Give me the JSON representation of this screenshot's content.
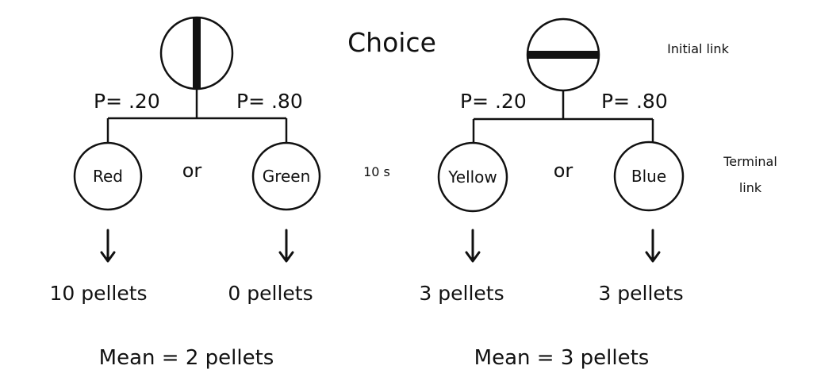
{
  "header": {
    "choice": "Choice",
    "initial_link": "Initial link",
    "terminal_link_line1": "Terminal",
    "terminal_link_line2": "link",
    "delay": "10 s"
  },
  "left": {
    "p_left": "P= .20",
    "p_right": "P= .80",
    "node_a": "Red",
    "node_b": "Green",
    "or": "or",
    "outcome_a": "10 pellets",
    "outcome_b": "0 pellets",
    "mean": "Mean = 2 pellets"
  },
  "right": {
    "p_left": "P= .20",
    "p_right": "P= .80",
    "node_a": "Yellow",
    "node_b": "Blue",
    "or": "or",
    "outcome_a": "3 pellets",
    "outcome_b": "3 pellets",
    "mean": "Mean = 3 pellets"
  },
  "colors": {
    "ink": "#111111",
    "background": "#ffffff"
  }
}
